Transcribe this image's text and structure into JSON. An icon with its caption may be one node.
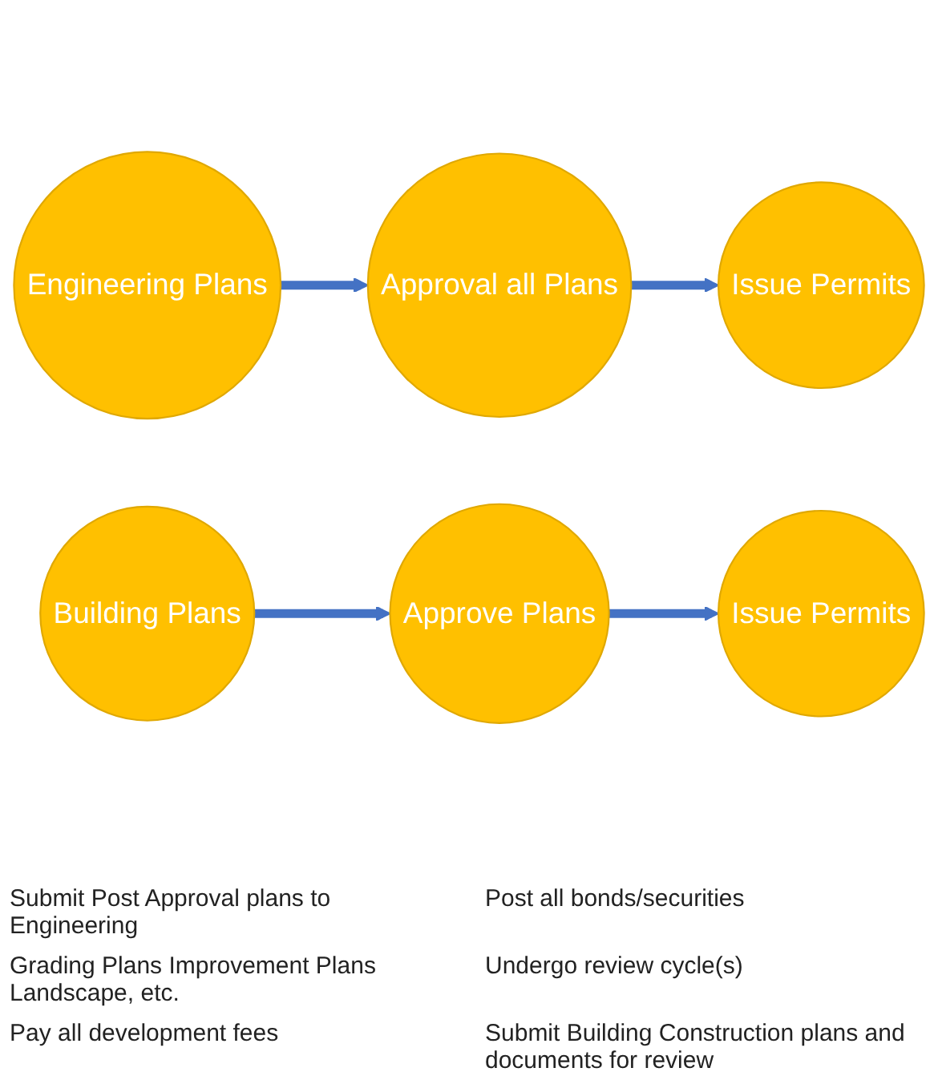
{
  "diagram": {
    "nodes": [
      {
        "text": [
          "Engineering Plans"
        ]
      },
      {
        "text": [
          "Approval all Plans"
        ]
      },
      {
        "text": [
          "Issue Permits"
        ]
      },
      {
        "text": [
          "Building Plans"
        ]
      },
      {
        "text": [
          "Approve Plans"
        ]
      },
      {
        "text": [
          "Issue Permits"
        ]
      }
    ],
    "edges": [
      {
        "from": 0,
        "to": 1,
        "arrow": "to"
      },
      {
        "from": 1,
        "to": 2,
        "arrow": "to"
      },
      {
        "from": 3,
        "to": 4,
        "arrow": "to"
      },
      {
        "from": 4,
        "to": 5,
        "arrow": "to"
      }
    ],
    "labels": [
      "Submit Post Approval plans to Engineering",
      "Post all bonds/securities",
      "Grading Plans Improvement Plans Landscape, etc.",
      "Undergo review cycle(s)",
      "Pay all development fees",
      "Submit Building Construction plans and documents for review"
    ]
  }
}
